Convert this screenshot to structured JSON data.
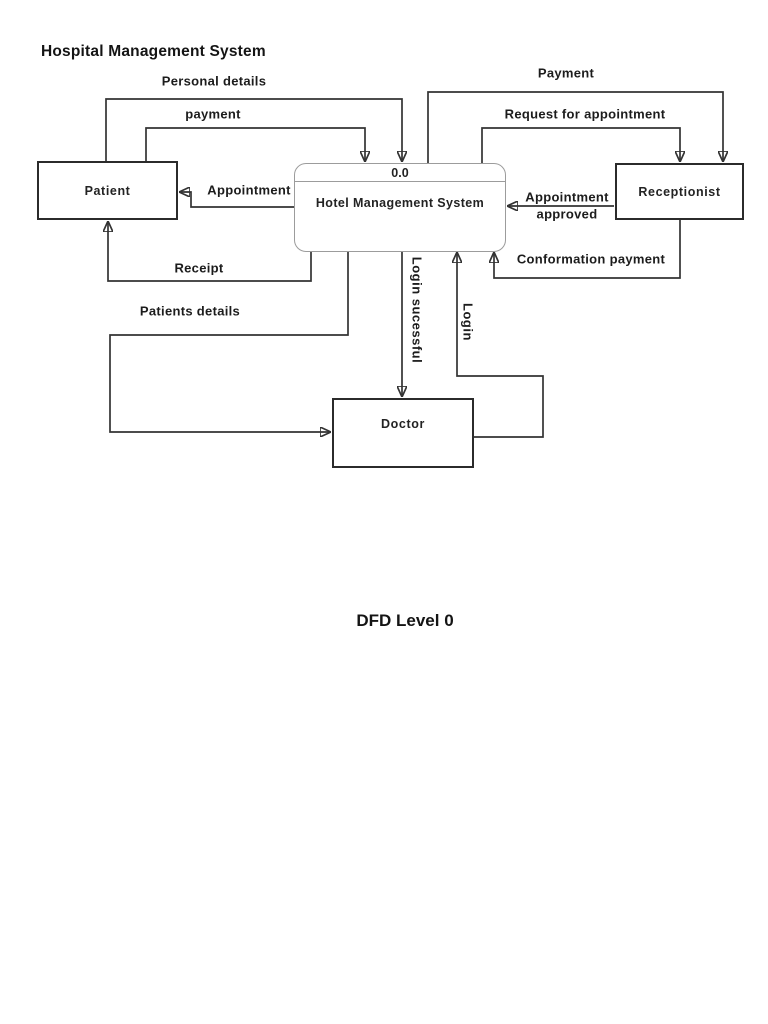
{
  "page": {
    "title": "Hospital Management System",
    "caption": "DFD Level 0",
    "background": "#ffffff"
  },
  "colors": {
    "flow_line": "#333333",
    "arrowhead": "#1a1a1a",
    "entity_border": "#2b2b2b",
    "process_border": "#9c9c9c",
    "text": "#1c1c1c"
  },
  "diagram": {
    "type": "data-flow-diagram",
    "entities": {
      "patient": {
        "label": "Patient",
        "shape": "rectangle"
      },
      "process": {
        "id": "0.0",
        "label": "Hotel Management System",
        "shape": "rounded-rectangle"
      },
      "receptionist": {
        "label": "Receptionist",
        "shape": "rectangle"
      },
      "doctor": {
        "label": "Doctor",
        "shape": "rectangle"
      }
    },
    "flows": {
      "personal_details": {
        "label": "Personal details",
        "from": "Patient",
        "to": "Hotel Management System"
      },
      "payment_from_patient": {
        "label": "payment",
        "from": "Patient",
        "to": "Hotel Management System"
      },
      "appointment": {
        "label": "Appointment",
        "from": "Hotel Management System",
        "to": "Patient"
      },
      "receipt": {
        "label": "Receipt",
        "from": "Hotel Management System",
        "to": "Patient"
      },
      "payment_to_receptionist": {
        "label": "Payment",
        "from": "Hotel Management System",
        "to": "Receptionist"
      },
      "request_for_appointment": {
        "label": "Request for appointment",
        "from": "Hotel Management System",
        "to": "Receptionist"
      },
      "appointment_approved": {
        "label_line1": "Appointment",
        "label_line2": "approved",
        "from": "Receptionist",
        "to": "Hotel Management System"
      },
      "conformation_payment": {
        "label": "Conformation payment",
        "from": "Receptionist",
        "to": "Hotel Management System"
      },
      "patients_details": {
        "label": "Patients details",
        "from": "Hotel Management System",
        "to": "Doctor"
      },
      "login_successful": {
        "label": "Login sucessful",
        "from": "Hotel Management System",
        "to": "Doctor"
      },
      "login": {
        "label": "Login",
        "from": "Doctor",
        "to": "Hotel Management System"
      }
    }
  }
}
